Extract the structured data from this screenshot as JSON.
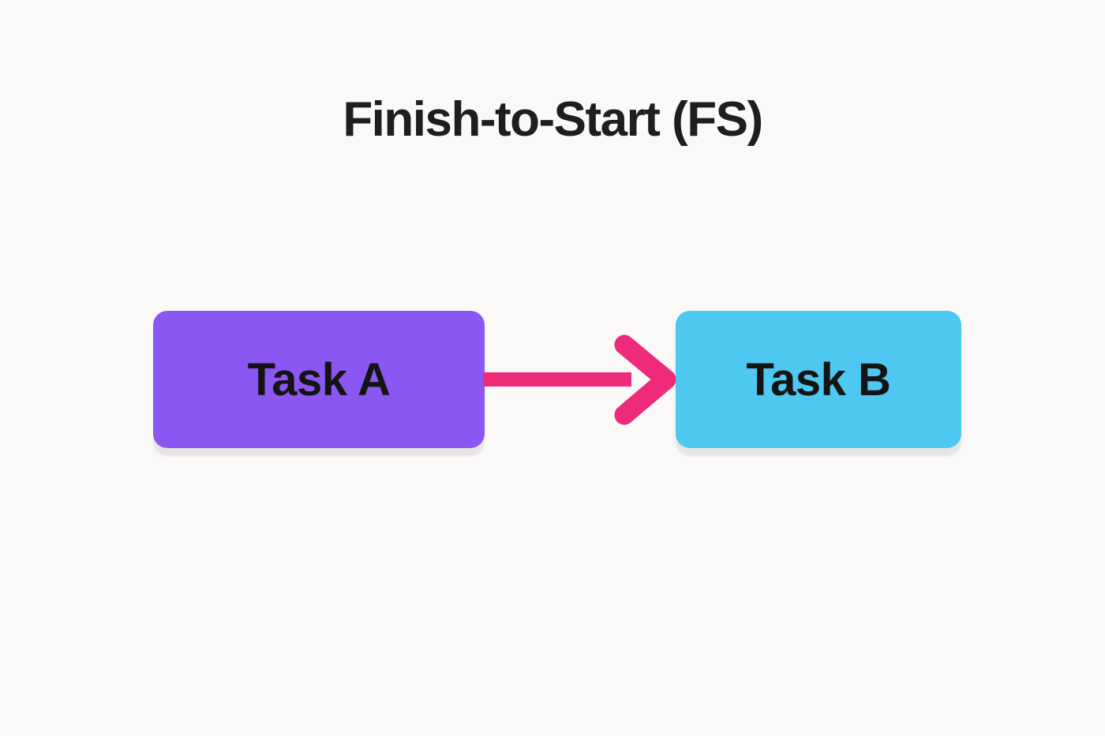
{
  "title": "Finish-to-Start (FS)",
  "diagram": {
    "type": "task-dependency",
    "relationship": "Finish-to-Start",
    "relationship_abbreviation": "FS",
    "nodes": [
      {
        "id": "task_a",
        "label": "Task A"
      },
      {
        "id": "task_b",
        "label": "Task B"
      }
    ],
    "edges": [
      {
        "from": "task_a",
        "to": "task_b",
        "style": "arrow-right"
      }
    ],
    "task_a": {
      "label": "Task A"
    },
    "task_b": {
      "label": "Task B"
    }
  },
  "icons": {
    "arrow": "arrow-right-icon"
  },
  "colors": {
    "background": "#FAF9F7",
    "task_a_bg": "#8B57F2",
    "task_b_bg": "#4EC8F0",
    "arrow": "#EE2A7B",
    "text": "#1E1E1E",
    "node_text": "#141414"
  }
}
